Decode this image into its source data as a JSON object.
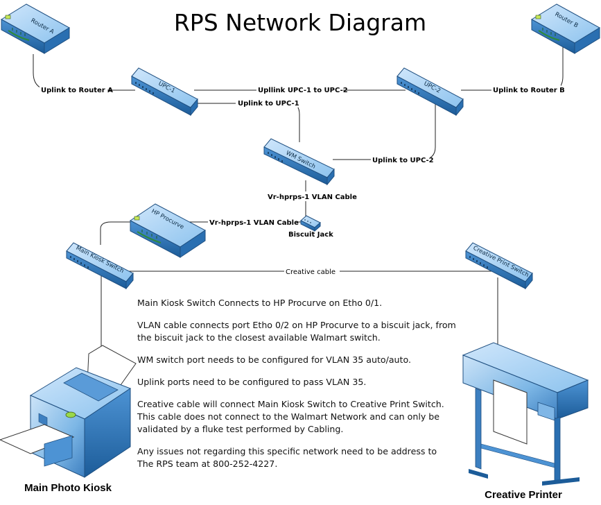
{
  "diagram": {
    "title": "RPS Network Diagram",
    "devices": {
      "router_a": "Router A",
      "router_b": "Router B",
      "upc1": "UPC-1",
      "upc2": "UPC-2",
      "wm_switch": "WM Switch",
      "hp_procurve": "HP Procurve",
      "main_kiosk_switch": "Main Kiosk Switch",
      "creative_print_switch": "Creative Print Switch",
      "biscuit_jack": "Biscuit Jack",
      "main_photo_kiosk": "Main Photo Kiosk",
      "creative_printer": "Creative Printer"
    },
    "links": {
      "uplink_router_a": "Uplink to Router A",
      "upc1_to_upc2": "Upllink UPC-1 to UPC-2",
      "uplink_router_b": "Uplink to Router B",
      "uplink_upc1": "Uplink to UPC-1",
      "uplink_upc2": "Uplink to UPC-2",
      "vlan_cable_wm": "Vr-hprps-1 VLAN Cable",
      "vlan_cable_hp": "Vr-hprps-1 VLAN Cable",
      "creative_cable": "Creative cable"
    },
    "notes": [
      "Main Kiosk Switch Connects to HP Procurve on Etho 0/1.",
      "VLAN cable connects port Etho 0/2 on HP Procurve to a biscuit jack, from\nthe biscuit jack to the closest available Walmart switch.",
      "WM switch port needs to be configured for VLAN 35 auto/auto.",
      "Uplink ports need to be configured to pass VLAN 35.",
      "Creative cable will connect Main Kiosk Switch to Creative Print Switch.\nThis cable does not connect to the Walmart Network and can only be\nvalidated by a fluke test performed by Cabling.",
      "Any issues not regarding this specific network need to be address to\nThe RPS team at 800-252-4227."
    ]
  }
}
